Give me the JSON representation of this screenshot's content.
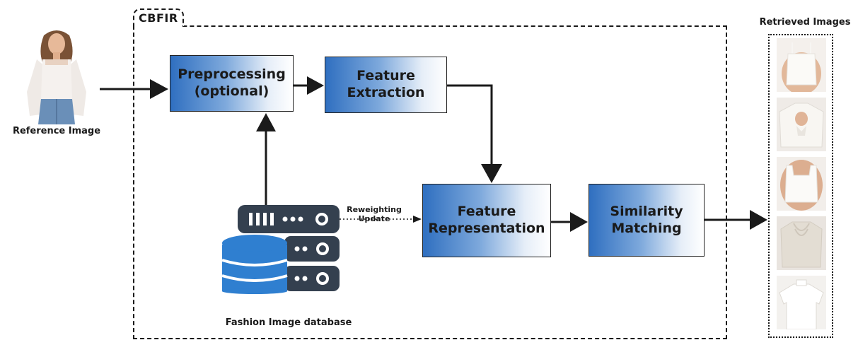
{
  "diagram": {
    "container_label": "CBFIR",
    "reference_caption": "Reference Image",
    "database_caption": "Fashion Image database",
    "results_title": "Retrieved Images",
    "edge_label": [
      "Reweighting",
      "Update"
    ],
    "boxes": {
      "preprocessing": [
        "Preprocessing",
        "(optional)"
      ],
      "feature_extraction": [
        "Feature",
        "Extraction"
      ],
      "feature_representation": [
        "Feature",
        "Representation"
      ],
      "similarity_matching": [
        "Similarity",
        "Matching"
      ]
    },
    "retrieved_images": [
      "camisole-top",
      "tie-front-blouse",
      "square-neck-tank",
      "cowl-neck-top",
      "mock-neck-tee"
    ],
    "colors": {
      "box_gradient_start": "#2f6fc0",
      "box_gradient_end": "#ffffff",
      "database_blue": "#2f7fd0",
      "server_dark": "#34404f",
      "line": "#1a1a1a"
    }
  }
}
